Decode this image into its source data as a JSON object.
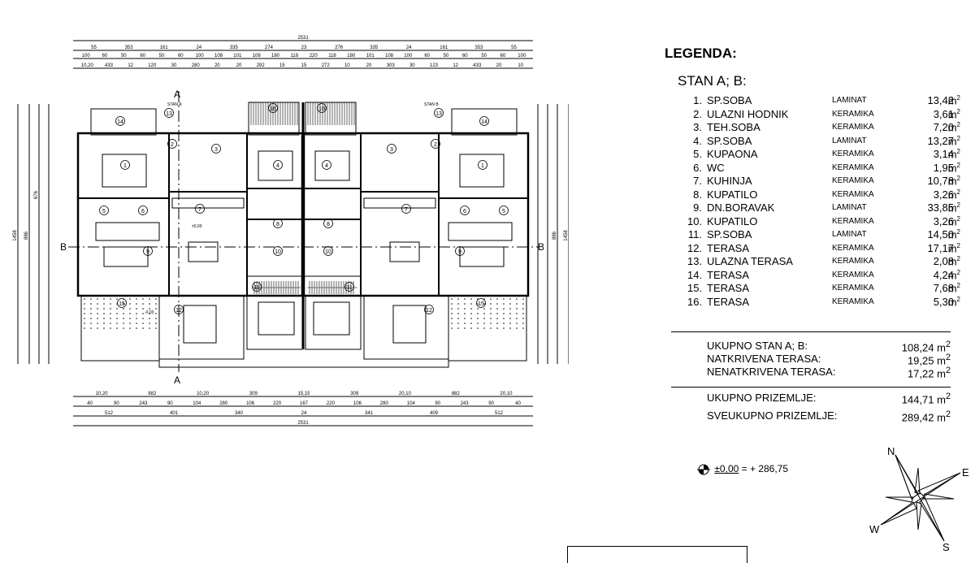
{
  "legend": {
    "title": "LEGENDA:",
    "subtitle": "STAN A; B:",
    "rooms": [
      {
        "num": "1.",
        "name": "SP.SOBA",
        "floor": "LAMINAT",
        "area": "13,42"
      },
      {
        "num": "2.",
        "name": "ULAZNI HODNIK",
        "floor": "KERAMIKA",
        "area": "3,61"
      },
      {
        "num": "3.",
        "name": "TEH.SOBA",
        "floor": "KERAMIKA",
        "area": "7,20"
      },
      {
        "num": "4.",
        "name": "SP.SOBA",
        "floor": "LAMINAT",
        "area": "13,27"
      },
      {
        "num": "5.",
        "name": "KUPAONA",
        "floor": "KERAMIKA",
        "area": "3,14"
      },
      {
        "num": "6.",
        "name": "WC",
        "floor": "KERAMIKA",
        "area": "1,95"
      },
      {
        "num": "7.",
        "name": "KUHINJA",
        "floor": "KERAMIKA",
        "area": "10,78"
      },
      {
        "num": "8.",
        "name": "KUPATILO",
        "floor": "KERAMIKA",
        "area": "3,26"
      },
      {
        "num": "9.",
        "name": "DN.BORAVAK",
        "floor": "LAMINAT",
        "area": "33,85"
      },
      {
        "num": "10.",
        "name": "KUPATILO",
        "floor": "KERAMIKA",
        "area": "3,26"
      },
      {
        "num": "11.",
        "name": "SP.SOBA",
        "floor": "LAMINAT",
        "area": "14,50"
      },
      {
        "num": "12.",
        "name": "TERASA",
        "floor": "KERAMIKA",
        "area": "17,17"
      },
      {
        "num": "13.",
        "name": " ULAZNA TERASA",
        "floor": "KERAMIKA",
        "area": "2,08"
      },
      {
        "num": "14.",
        "name": "TERASA",
        "floor": "KERAMIKA",
        "area": "4,24"
      },
      {
        "num": "15.",
        "name": "TERASA",
        "floor": "KERAMIKA",
        "area": "7,68"
      },
      {
        "num": "16.",
        "name": " TERASA",
        "floor": "KERAMIKA",
        "area": "5,30"
      }
    ],
    "unit": "m",
    "unit_exp": "2",
    "totals": [
      {
        "label": "UKUPNO STAN A; B:",
        "value": "108,24"
      },
      {
        "label": "NATKRIVENA TERASA:",
        "value": "19,25"
      },
      {
        "label": "NENATKRIVENA TERASA:",
        "value": "17,22"
      }
    ],
    "grand_totals": [
      {
        "label": "UKUPNO PRIZEMLJE:",
        "value": "144,71"
      },
      {
        "label": "SVEUKUPNO PRIZEMLJE:",
        "value": "289,42"
      }
    ]
  },
  "elevation": {
    "key": "±0,00",
    "rest": " = + 286,75"
  },
  "compass": {
    "n": "N",
    "e": "E",
    "s": "S",
    "w": "W"
  },
  "plan": {
    "dims_top_total": "2531",
    "dims_top_row1": [
      "55",
      "353",
      "161",
      "24",
      "335",
      "274",
      "23",
      "276",
      "335",
      "24",
      "161",
      "353",
      "55"
    ],
    "dims_top_row2": [
      "100",
      "60",
      "50",
      "60",
      "50",
      "60",
      "100",
      "108",
      "101",
      "108",
      "180",
      "118",
      "220",
      "118",
      "180",
      "101",
      "108",
      "100",
      "60",
      "50",
      "60",
      "50",
      "60",
      "100"
    ],
    "dims_top_row3": [
      "10,20",
      "433",
      "12",
      "120",
      "30",
      "280",
      "20",
      "20",
      "292",
      "15",
      "15",
      "272",
      "10",
      "20",
      "303",
      "30",
      "123",
      "12",
      "433",
      "20",
      "10"
    ],
    "dims_bottom_row1": [
      "10,20",
      "882",
      "10,20",
      "309",
      "15,15",
      "309",
      "20,10",
      "882",
      "20,10"
    ],
    "dims_bottom_row2": [
      "40",
      "90",
      "243",
      "90",
      "104",
      "280",
      "106",
      "220",
      "167",
      "220",
      "106",
      "280",
      "104",
      "90",
      "243",
      "90",
      "40"
    ],
    "dims_bottom_row3": [
      "512",
      "401",
      "340",
      "24",
      "341",
      "409",
      "512"
    ],
    "dims_bottom_total": "2531",
    "dim_left_total": "1458",
    "dim_left_inner": "886",
    "dim_left_mid": "676",
    "dim_right_total": "1458",
    "dim_right_inner": "886",
    "section_a": "A",
    "section_b": "B",
    "stan_a": "STAN A",
    "stan_b": "STAN B",
    "room_tags_left": [
      "1",
      "2",
      "3",
      "4",
      "5",
      "6",
      "7",
      "8",
      "9",
      "10",
      "11",
      "12",
      "13",
      "14",
      "15",
      "16"
    ],
    "room_tags_right": [
      "1",
      "2",
      "3",
      "4",
      "5",
      "6",
      "7",
      "8",
      "9",
      "10",
      "11",
      "12",
      "13",
      "14",
      "15",
      "16"
    ],
    "level_mark": "±0,00",
    "level_sub": "-0,03"
  }
}
